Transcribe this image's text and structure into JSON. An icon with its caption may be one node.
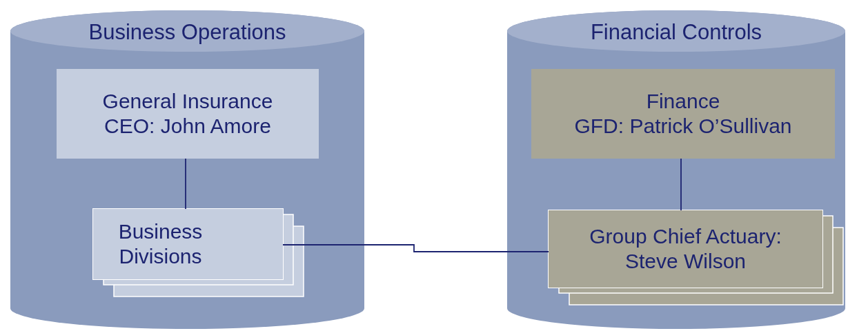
{
  "diagram": {
    "nodes": [
      {
        "text": [
          "Business Operations"
        ]
      },
      {
        "text": [
          "General Insurance",
          "CEO:  John Amore"
        ],
        "in": 0
      },
      {
        "text": [
          "Business Divisions"
        ],
        "in": 0
      },
      {
        "text": [
          "Financial Controls"
        ]
      },
      {
        "text": [
          "Finance",
          "GFD: Patrick O’Sullivan"
        ],
        "in": 3
      },
      {
        "text": [
          "Group Chief Actuary: Steve Wilson"
        ],
        "in": 3
      }
    ],
    "edges": [
      {
        "from": 1,
        "to": 2,
        "arrow": "none"
      },
      {
        "from": 4,
        "to": 5,
        "arrow": "none"
      },
      {
        "from": 2,
        "to": 5,
        "arrow": "none"
      }
    ]
  }
}
